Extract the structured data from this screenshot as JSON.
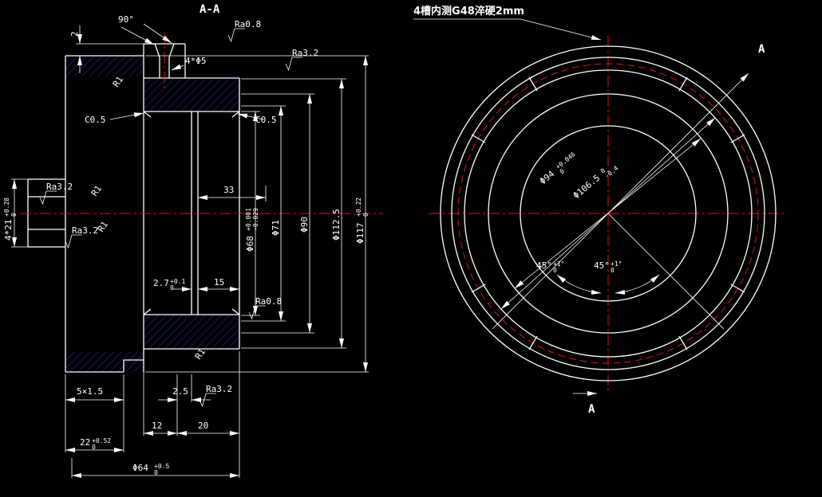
{
  "colors": {
    "background": "#000000",
    "lines": "#ffffff",
    "centerline": "#dd1111",
    "hatch": "#2a2ae0"
  },
  "left_view": {
    "title": "A-A",
    "dims": {
      "step2": "2",
      "angle90": "90°",
      "holes": "4*Φ5",
      "chamfer_left": "C0.5",
      "chamfer_right": "C0.5",
      "width33": "33",
      "dia68": {
        "main": "Φ68",
        "sup": "+0.001",
        "sub": "-0.029"
      },
      "dia71": "Φ71",
      "dia90": "Φ90",
      "dia112": "Φ112.5",
      "dia117": {
        "main": "Φ117",
        "sup": "+0.22",
        "sub": "0"
      },
      "bore421": {
        "main": "4*21",
        "sup": "+0.28",
        "sub": "0"
      },
      "groove27": {
        "main": "2.7",
        "sup": "+0.1",
        "sub": "0"
      },
      "width15": "15",
      "groove5x15": "5×1.5",
      "step25": "2.5",
      "width12": "12",
      "width20": "20",
      "width22": {
        "main": "22",
        "sup": "+0.52",
        "sub": "0"
      },
      "dia64": {
        "main": "Φ64",
        "sup": "+0.5",
        "sub": "0"
      },
      "r1_top": "R1",
      "r1_mid_upper": "R1",
      "r1_mid_lower": "R1",
      "r1_bottom": "R1"
    },
    "roughness": {
      "ra08_top": "Ra0.8",
      "ra32_top": "Ra3.2",
      "ra32_left_upper": "Ra3.2",
      "ra32_left_lower": "Ra3.2",
      "ra08_bore": "Ra0.8",
      "ra32_bottom": "Ra3.2"
    }
  },
  "right_view": {
    "note": "4槽内测G48淬硬2mm",
    "section_label_top": "A",
    "section_label_bottom": "A",
    "dims": {
      "dia94": {
        "main": "Φ94",
        "sup": "+0.046",
        "sub": "0"
      },
      "dia106": {
        "main": "Φ106.5",
        "sup": "0",
        "sub": "-0.4"
      },
      "angle_left": {
        "main": "45°",
        "sup": "+1°",
        "sub": "0"
      },
      "angle_right": {
        "main": "45°",
        "sup": "+1°",
        "sub": "0"
      }
    }
  }
}
